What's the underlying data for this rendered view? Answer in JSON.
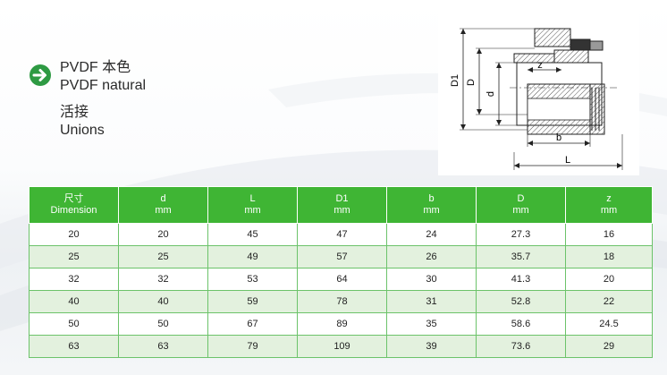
{
  "title": {
    "line1_cn": "PVDF  本色",
    "line1_en": "PVDF natural",
    "line2_cn": "活接",
    "line2_en": "Unions"
  },
  "drawing_labels": {
    "d1": "D1",
    "d_big": "D",
    "d_small": "d",
    "z": "z",
    "b": "b",
    "l": "L"
  },
  "table": {
    "columns": [
      {
        "name": "尺寸",
        "unit": "Dimension"
      },
      {
        "name": "d",
        "unit": "mm"
      },
      {
        "name": "L",
        "unit": "mm"
      },
      {
        "name": "D1",
        "unit": "mm"
      },
      {
        "name": "b",
        "unit": "mm"
      },
      {
        "name": "D",
        "unit": "mm"
      },
      {
        "name": "z",
        "unit": "mm"
      }
    ],
    "rows": [
      [
        "20",
        "20",
        "45",
        "47",
        "24",
        "27.3",
        "16"
      ],
      [
        "25",
        "25",
        "49",
        "57",
        "26",
        "35.7",
        "18"
      ],
      [
        "32",
        "32",
        "53",
        "64",
        "30",
        "41.3",
        "20"
      ],
      [
        "40",
        "40",
        "59",
        "78",
        "31",
        "52.8",
        "22"
      ],
      [
        "50",
        "50",
        "67",
        "89",
        "35",
        "58.6",
        "24.5"
      ],
      [
        "63",
        "63",
        "79",
        "109",
        "39",
        "73.6",
        "29"
      ]
    ]
  },
  "colors": {
    "accent": "#3fb534",
    "row_alt": "#e3f1de",
    "arrow": "#2e9a43"
  },
  "icons": {
    "bullet": "arrow-right-circle-icon"
  }
}
